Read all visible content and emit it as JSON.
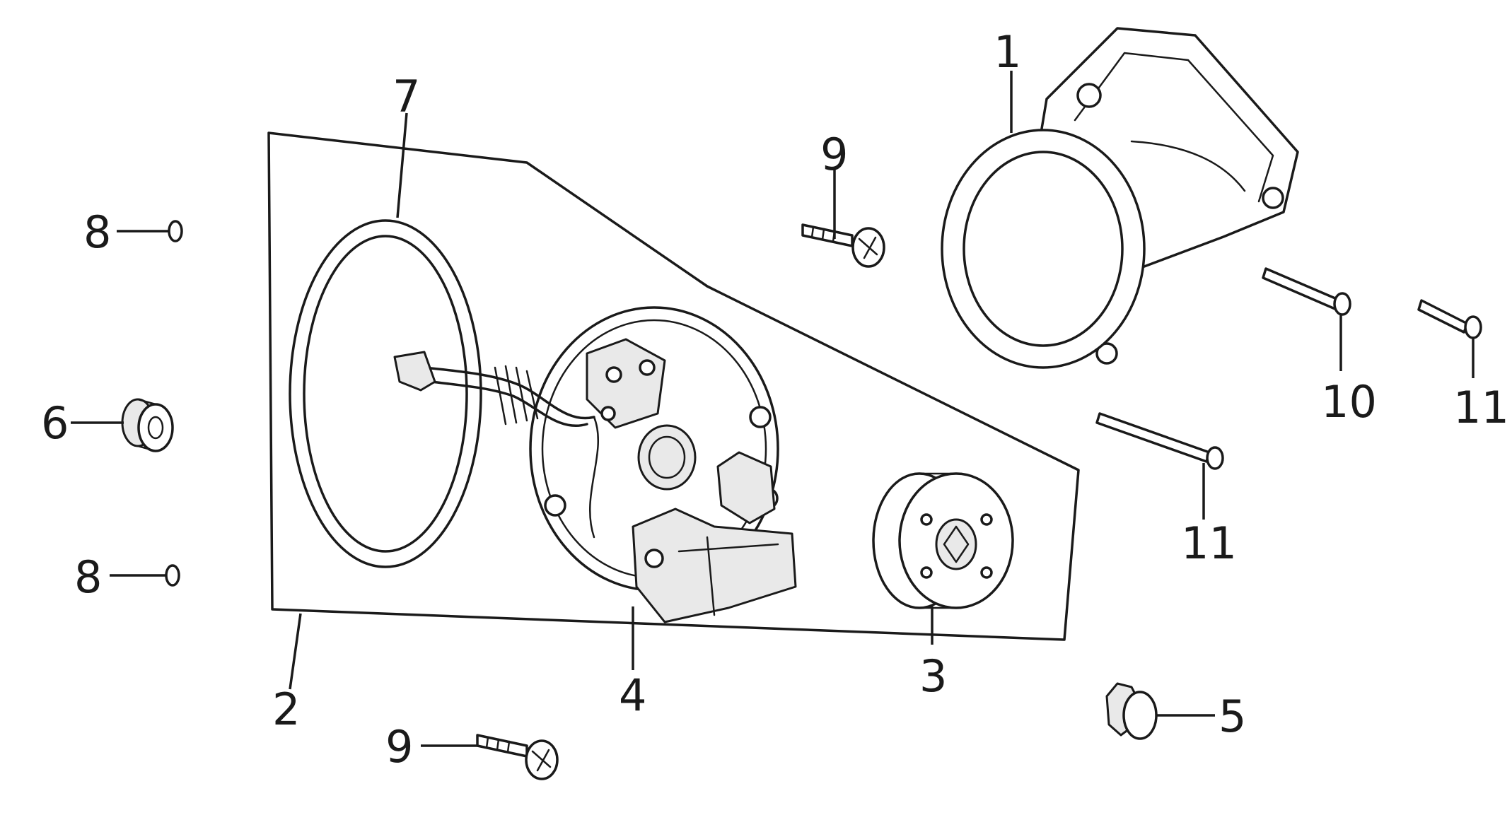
{
  "callouts": {
    "c1": "1",
    "c2": "2",
    "c3": "3",
    "c4": "4",
    "c5": "5",
    "c6": "6",
    "c7": "7",
    "c8a": "8",
    "c8b": "8",
    "c9a": "9",
    "c9b": "9",
    "c10": "10",
    "c11a": "11",
    "c11b": "11"
  },
  "colors": {
    "line": "#1a1a1a",
    "background": "#ffffff"
  }
}
